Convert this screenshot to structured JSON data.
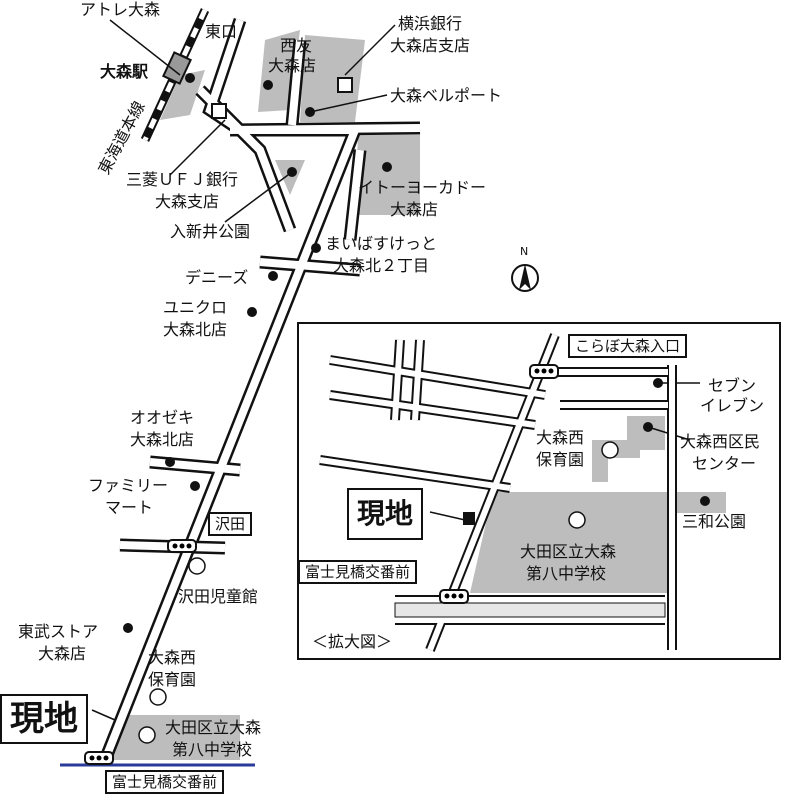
{
  "overview": {
    "station": "大森駅",
    "railway_line": "東海道本線",
    "station_building": "アトレ大森",
    "east_exit": "東口",
    "seiyu": [
      "西友",
      "大森店"
    ],
    "yokohama_bank": [
      "横浜銀行",
      "大森店支店"
    ],
    "bellport": "大森ベルポート",
    "mufg": [
      "三菱ＵＦＪ銀行",
      "大森支店"
    ],
    "itoyokado": [
      "イトーヨーカドー",
      "大森店"
    ],
    "park": "入新井公園",
    "maibasket": [
      "まいばすけっと",
      "大森北２丁目"
    ],
    "dennys": "デニーズ",
    "uniqlo": [
      "ユニクロ",
      "大森北店"
    ],
    "ozeki": [
      "オオゼキ",
      "大森北店"
    ],
    "familymart": [
      "ファミリー",
      "マート"
    ],
    "sawada_signal": "沢田",
    "sawada_kids": "沢田児童館",
    "tobu": [
      "東武ストア",
      "大森店"
    ],
    "nursery": [
      "大森西",
      "保育園"
    ],
    "site": "現地",
    "school": [
      "大田区立大森",
      "第八中学校"
    ],
    "police_box": "富士見橋交番前"
  },
  "compass": {
    "label": "N"
  },
  "inset": {
    "caption": "＜拡大図＞",
    "corabo": "こらぼ大森入口",
    "seven": [
      "セブン",
      "イレブン"
    ],
    "nursery": [
      "大森西",
      "保育園"
    ],
    "center": [
      "大森西区民",
      "センター"
    ],
    "site": "現地",
    "sanwa_park": "三和公園",
    "school": [
      "大田区立大森",
      "第八中学校"
    ],
    "police_box": "富士見橋交番前"
  },
  "colors": {
    "block": "#bdbdbd",
    "line": "#111111",
    "river": "#2a3a9a"
  }
}
